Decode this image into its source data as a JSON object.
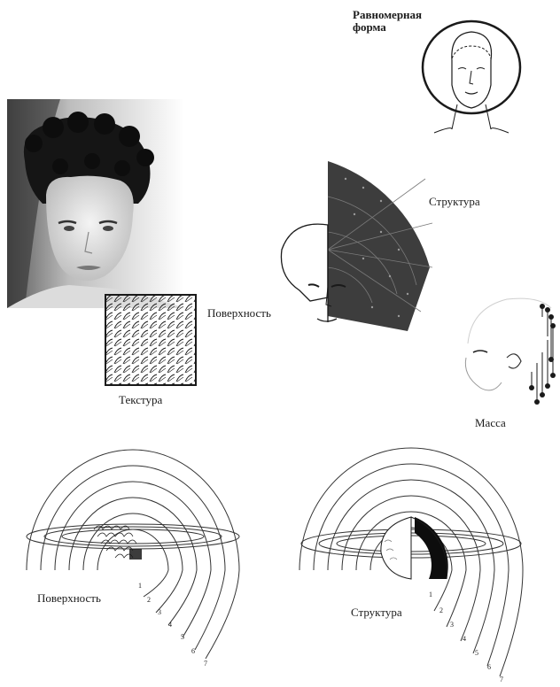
{
  "labels": {
    "uniform_form_line1": "Равномерная",
    "uniform_form_line2": "форма",
    "structure_top": "Структура",
    "surface_mid": "Поверхность",
    "texture": "Текстура",
    "mass": "Масса",
    "surface_bottom": "Поверхность",
    "structure_bottom": "Структура"
  },
  "left_diagram_numbers": [
    "1",
    "2",
    "3",
    "4",
    "5",
    "6",
    "7"
  ],
  "right_diagram_numbers": [
    "1",
    "2",
    "3",
    "4",
    "5",
    "6",
    "7"
  ],
  "colors": {
    "ink": "#1a1a1a",
    "fan": "#3d3d3d",
    "paper": "#ffffff"
  }
}
